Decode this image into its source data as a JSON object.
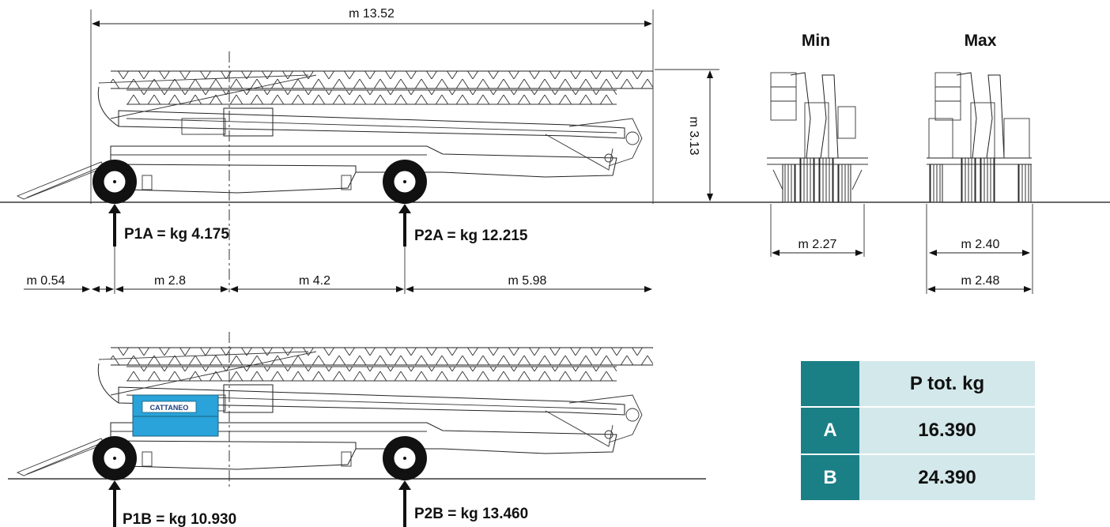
{
  "side_view_a": {
    "overall_length": "m 13.52",
    "height": "m 3.13",
    "load_front": "P1A = kg 4.175",
    "load_rear": "P2A = kg 12.215",
    "dimensions": [
      "m 0.54",
      "m 2.8",
      "m 4.2",
      "m 5.98"
    ]
  },
  "side_view_b": {
    "load_front": "P1B = kg 10.930",
    "load_rear": "P2B = kg 13.460",
    "ballast_logo": "CATTANEO"
  },
  "rear_views": {
    "min": {
      "title": "Min",
      "width": "m 2.27"
    },
    "max": {
      "title": "Max",
      "width_track": "m 2.40",
      "width_overall": "m 2.48"
    }
  },
  "weights_table": {
    "header": "P tot. kg",
    "rows": [
      {
        "label": "A",
        "value": "16.390"
      },
      {
        "label": "B",
        "value": "24.390"
      }
    ]
  },
  "colors": {
    "teal": "#1b7f86",
    "light_teal": "#d3e8ea",
    "ballast_blue": "#29a3d9"
  }
}
